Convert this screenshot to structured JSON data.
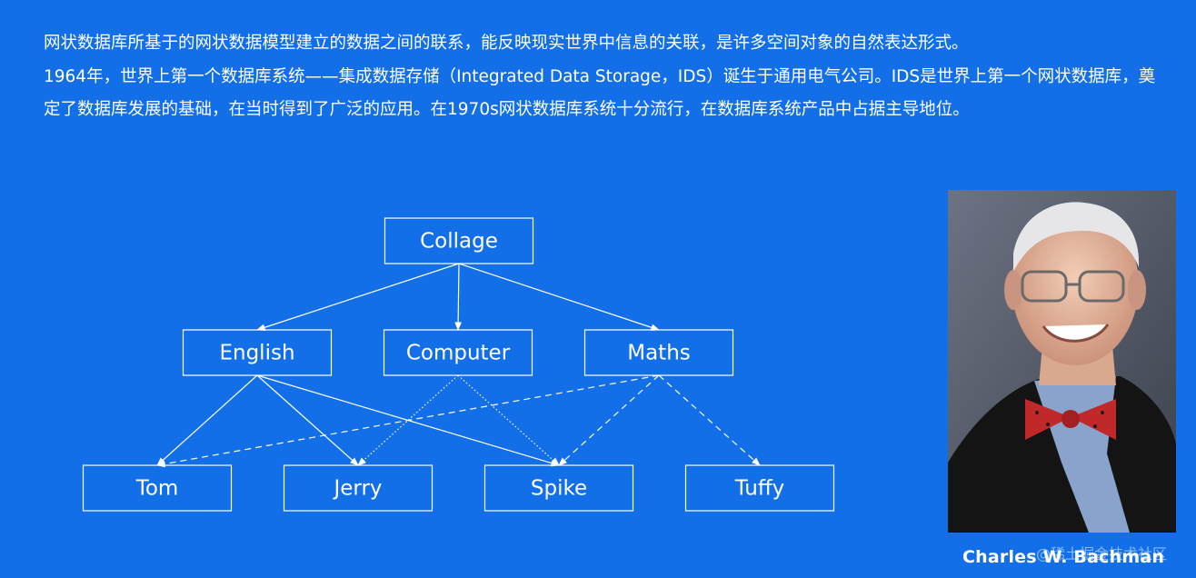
{
  "intro": {
    "paragraph1": "网状数据库所基于的网状数据模型建立的数据之间的联系，能反映现实世界中信息的关联，是许多空间对象的自然表达形式。",
    "paragraph2": "1964年，世界上第一个数据库系统——集成数据存储（Integrated Data Storage，IDS）诞生于通用电气公司。IDS是世界上第一个网状数据库，奠定了数据库发展的基础，在当时得到了广泛的应用。在1970s网状数据库系统十分流行，在数据库系统产品中占据主导地位。"
  },
  "diagram": {
    "nodes": [
      {
        "id": "collage",
        "label": "Collage"
      },
      {
        "id": "english",
        "label": "English"
      },
      {
        "id": "computer",
        "label": "Computer"
      },
      {
        "id": "maths",
        "label": "Maths"
      },
      {
        "id": "tom",
        "label": "Tom"
      },
      {
        "id": "jerry",
        "label": "Jerry"
      },
      {
        "id": "spike",
        "label": "Spike"
      },
      {
        "id": "tuffy",
        "label": "Tuffy"
      }
    ],
    "edges": [
      {
        "from": "collage",
        "to": "english",
        "style": "solid"
      },
      {
        "from": "collage",
        "to": "computer",
        "style": "solid"
      },
      {
        "from": "collage",
        "to": "maths",
        "style": "solid"
      },
      {
        "from": "english",
        "to": "tom",
        "style": "solid"
      },
      {
        "from": "english",
        "to": "jerry",
        "style": "solid"
      },
      {
        "from": "english",
        "to": "spike",
        "style": "solid"
      },
      {
        "from": "computer",
        "to": "jerry",
        "style": "dotted"
      },
      {
        "from": "computer",
        "to": "spike",
        "style": "dotted"
      },
      {
        "from": "maths",
        "to": "tom",
        "style": "dashed"
      },
      {
        "from": "maths",
        "to": "spike",
        "style": "dashed"
      },
      {
        "from": "maths",
        "to": "tuffy",
        "style": "dashed"
      }
    ]
  },
  "photo": {
    "caption": "Charles W. Bachman"
  },
  "watermark": "@稀土掘金技术社区",
  "colors": {
    "background": "#126fe8",
    "line": "#ffffff"
  }
}
